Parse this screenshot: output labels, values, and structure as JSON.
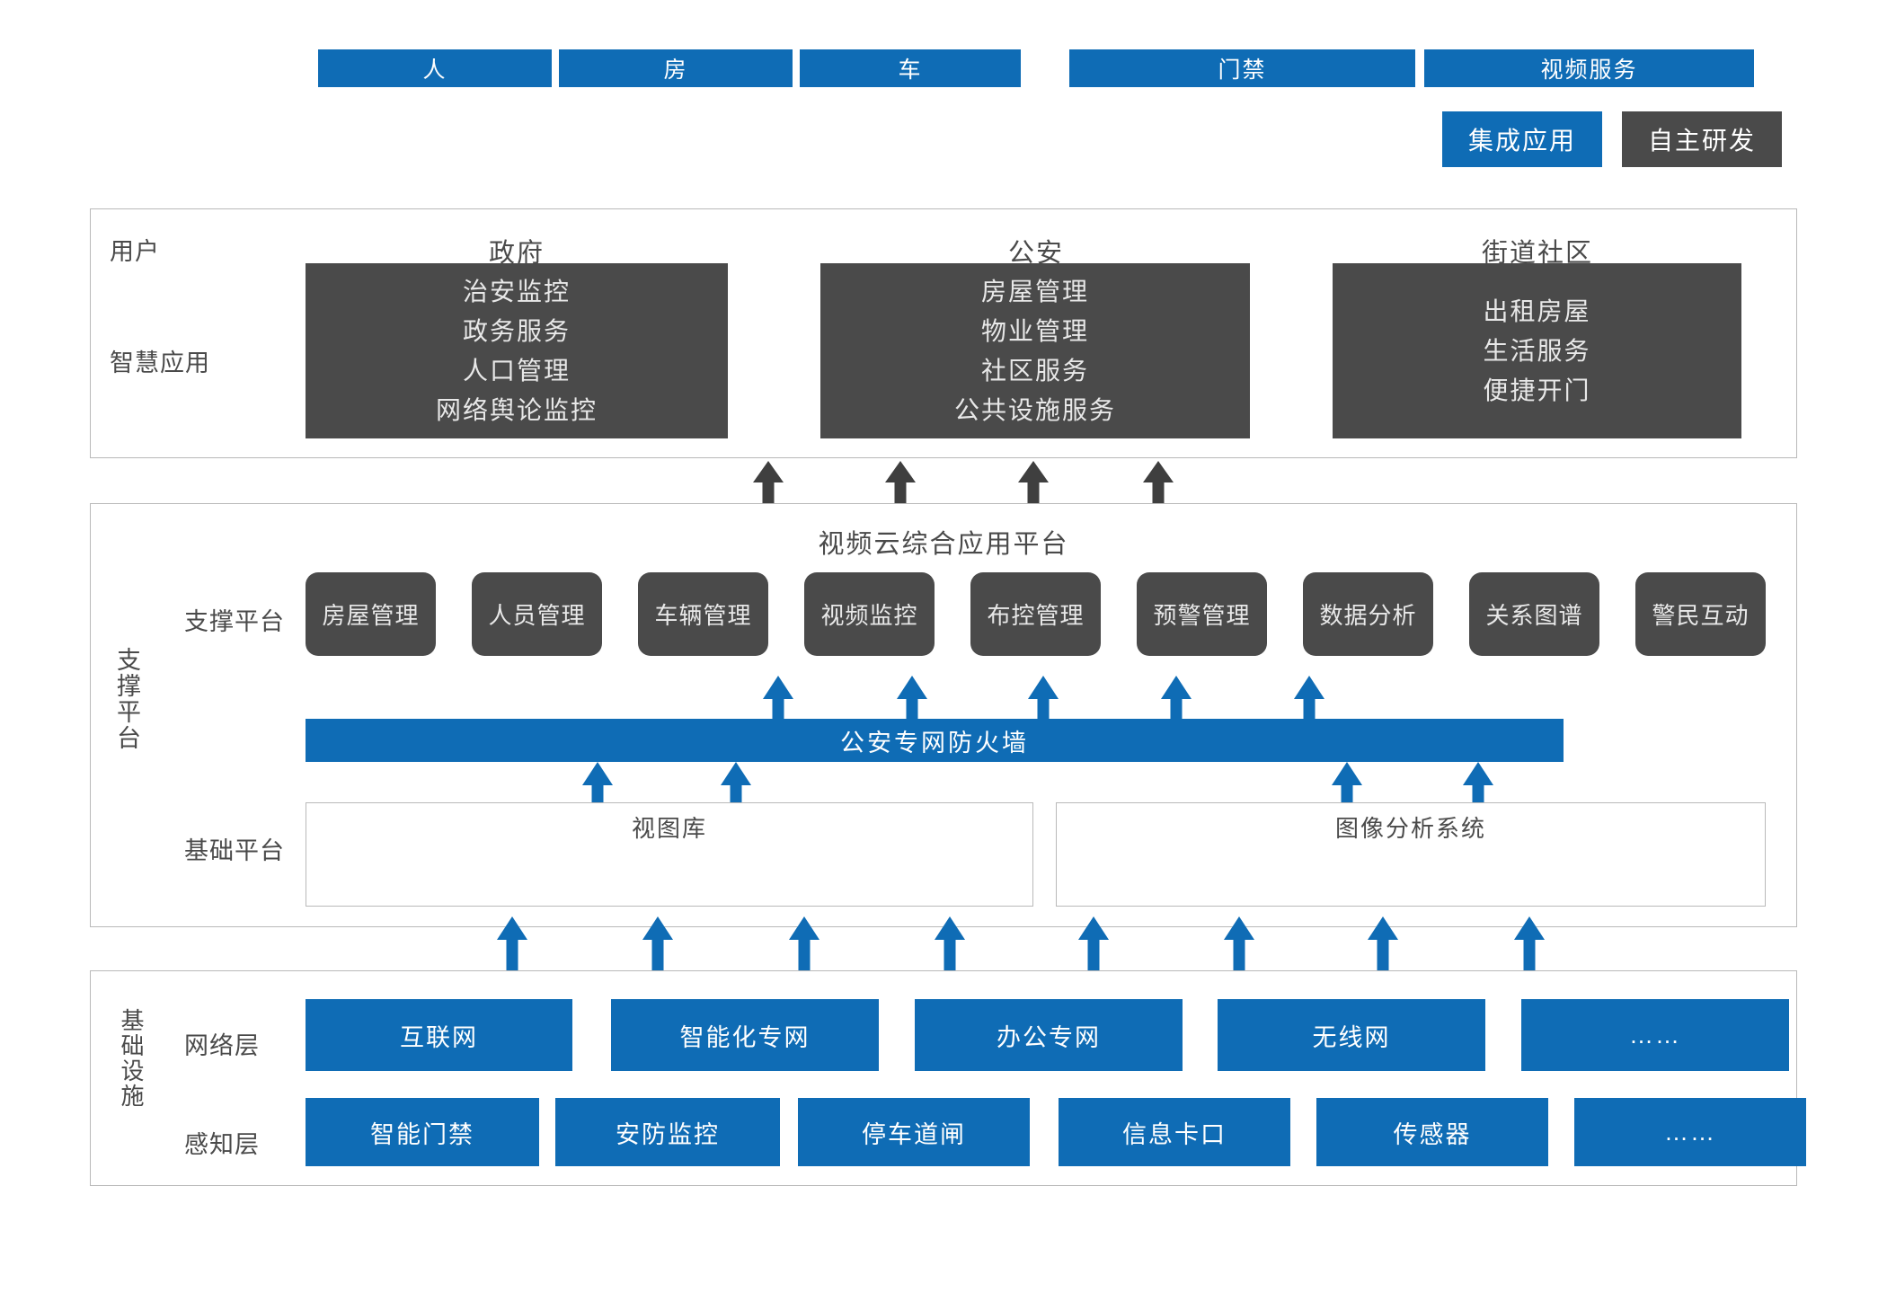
{
  "legend": {
    "items": [
      {
        "label": "集成应用",
        "color": "#0f6cb5",
        "name": "integrated-application"
      },
      {
        "label": "自主研发",
        "color": "#4a4a4a",
        "name": "self-developed"
      }
    ]
  },
  "application_layer": {
    "row_labels": {
      "user": "用户",
      "smart_app": "智慧应用"
    },
    "groups": [
      {
        "title": "政府",
        "items": [
          "治安监控",
          "政务服务",
          "人口管理",
          "网络舆论监控"
        ]
      },
      {
        "title": "公安",
        "items": [
          "房屋管理",
          "物业管理",
          "社区服务",
          "公共设施服务"
        ]
      },
      {
        "title": "街道社区",
        "items": [
          "出租房屋",
          "生活服务",
          "便捷开门"
        ]
      }
    ]
  },
  "platform_layer": {
    "vertical_label": "支撑平台",
    "title": "视频云综合应用平台",
    "support_row_label": "支撑平台",
    "base_row_label": "基础平台",
    "support_cards": [
      "房屋管理",
      "人员管理",
      "车辆管理",
      "视频监控",
      "布控管理",
      "预警管理",
      "数据分析",
      "关系图谱",
      "警民互动"
    ],
    "firewall": "公安专网防火墙",
    "base_groups": [
      {
        "title": "视图库",
        "chips": [
          "人",
          "房",
          "车"
        ]
      },
      {
        "title": "图像分析系统",
        "chips": [
          "门禁",
          "视频服务"
        ]
      }
    ]
  },
  "infrastructure_layer": {
    "vertical_label": "基础设施",
    "network_row_label": "网络层",
    "perception_row_label": "感知层",
    "network_items": [
      "互联网",
      "智能化专网",
      "办公专网",
      "无线网",
      "……"
    ],
    "perception_items": [
      "智能门禁",
      "安防监控",
      "停车道闸",
      "信息卡口",
      "传感器",
      "……"
    ]
  },
  "colors": {
    "blue": "#0f6cb5",
    "dark": "#4a4a4a",
    "border": "#b9b9b9"
  }
}
